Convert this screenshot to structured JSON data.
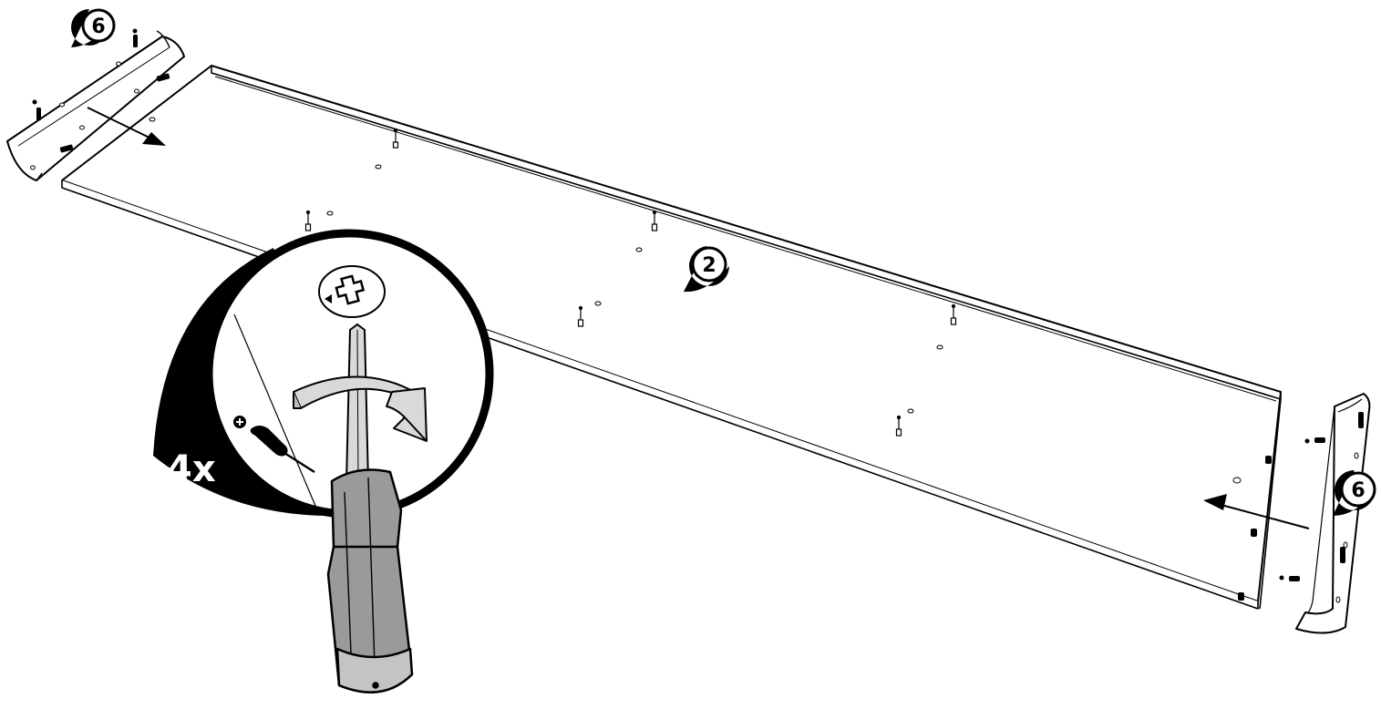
{
  "labels": {
    "part_left": "6",
    "part_right": "6",
    "panel": "2",
    "quantity": "4x"
  },
  "icons": {
    "screw_head": "phillips-screw-icon",
    "tool": "phillips-screwdriver-icon",
    "rotate": "clockwise-arrow-icon"
  },
  "colors": {
    "line": "#000000",
    "handle": "#9a9a9a",
    "shaft": "#cfcfcf",
    "background": "#ffffff"
  }
}
